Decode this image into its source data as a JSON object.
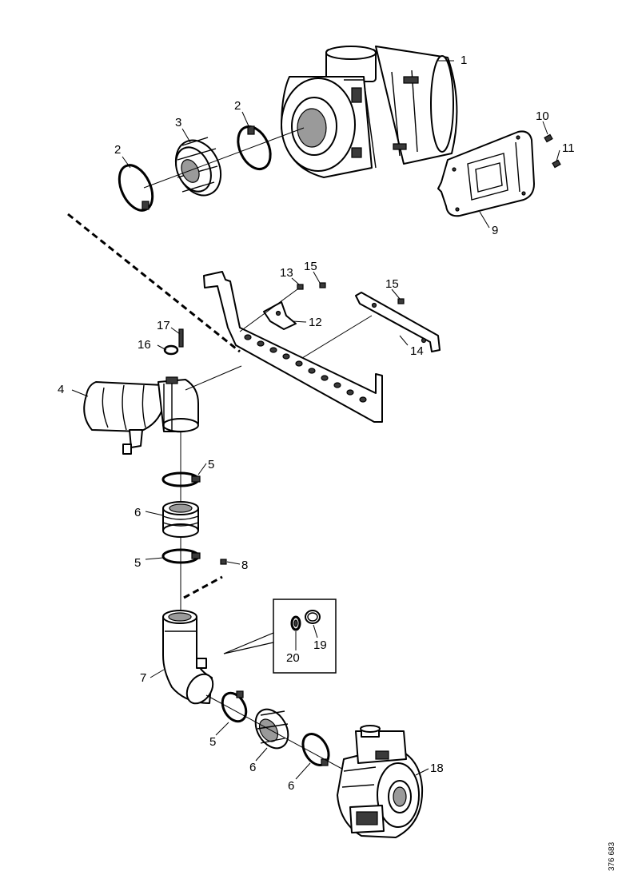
{
  "diagram": {
    "reference_number": "376 683",
    "callouts": {
      "c1": "1",
      "c2a": "2",
      "c2b": "2",
      "c3": "3",
      "c4": "4",
      "c5a": "5",
      "c5b": "5",
      "c5c": "5",
      "c6a": "6",
      "c6b": "6",
      "c6c": "6",
      "c7": "7",
      "c8": "8",
      "c9": "9",
      "c10": "10",
      "c11": "11",
      "c12": "12",
      "c13": "13",
      "c14": "14",
      "c15a": "15",
      "c15b": "15",
      "c16": "16",
      "c17": "17",
      "c18": "18",
      "c19": "19",
      "c20": "20"
    }
  }
}
